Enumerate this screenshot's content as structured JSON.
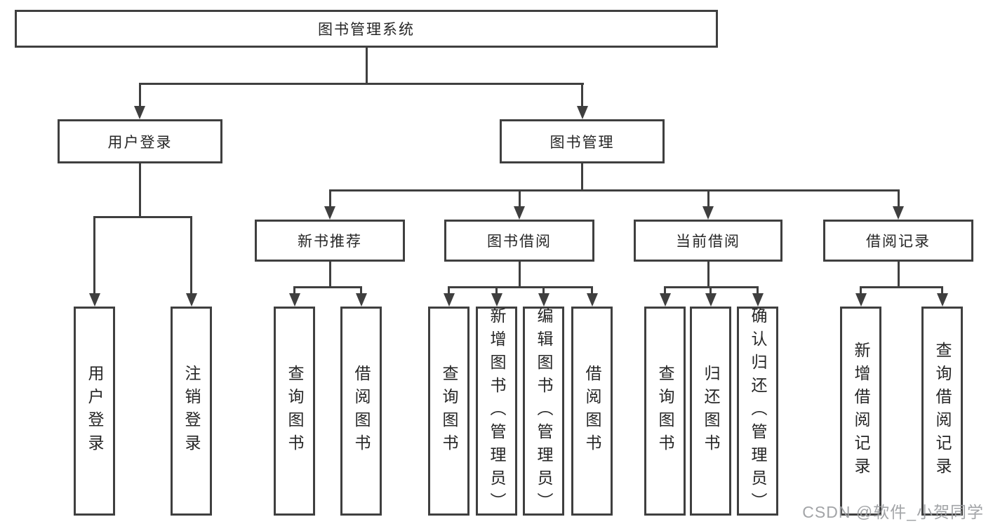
{
  "diagram_title": "图书管理系统",
  "tree": {
    "label": "图书管理系统",
    "children": [
      {
        "label": "用户登录",
        "children": [
          {
            "label": "用户登录"
          },
          {
            "label": "注销登录"
          }
        ]
      },
      {
        "label": "图书管理",
        "children": [
          {
            "label": "新书推荐",
            "children": [
              {
                "label": "查询图书"
              },
              {
                "label": "借阅图书"
              }
            ]
          },
          {
            "label": "图书借阅",
            "children": [
              {
                "label": "查询图书"
              },
              {
                "label": "新增图书（管理员）"
              },
              {
                "label": "编辑图书（管理员）"
              },
              {
                "label": "借阅图书"
              }
            ]
          },
          {
            "label": "当前借阅",
            "children": [
              {
                "label": "查询图书"
              },
              {
                "label": "归还图书"
              },
              {
                "label": "确认归还（管理员）"
              }
            ]
          },
          {
            "label": "借阅记录",
            "children": [
              {
                "label": "新增借阅记录"
              },
              {
                "label": "查询借阅记录"
              }
            ]
          }
        ]
      }
    ]
  },
  "watermark": {
    "text": "CSDN @软件_小贺同学"
  },
  "colors": {
    "line": "#3f3f3f",
    "text": "#262626",
    "watermark": "#9b9da0",
    "background": "#ffffff"
  }
}
